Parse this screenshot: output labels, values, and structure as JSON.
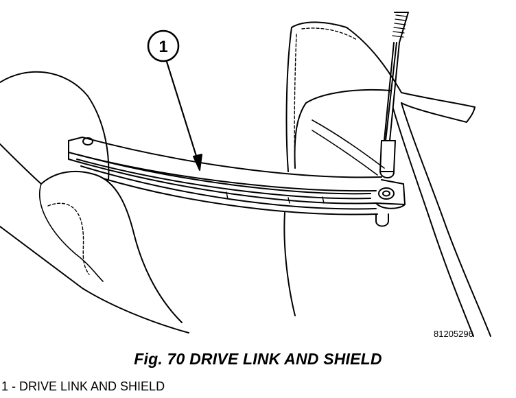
{
  "figure": {
    "callout_number": "1",
    "part_code": "81205296",
    "caption": "Fig. 70 DRIVE LINK AND SHIELD",
    "legend": [
      {
        "label": "1 - DRIVE LINK AND SHIELD"
      }
    ]
  }
}
